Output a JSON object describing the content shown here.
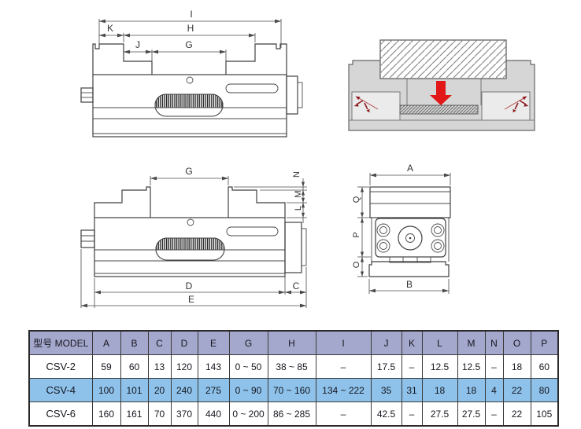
{
  "drawings": {
    "top_side_view": {
      "dims": {
        "i": "I",
        "k": "K",
        "h": "H",
        "j": "J",
        "g": "G"
      }
    },
    "cross_section": {
      "description_labels": []
    },
    "mid_side_view": {
      "dims": {
        "g": "G",
        "n": "N",
        "m": "M",
        "l": "L",
        "d": "D",
        "c": "C",
        "e": "E"
      }
    },
    "end_view": {
      "dims": {
        "a": "A",
        "q": "Q",
        "p": "P",
        "o": "O",
        "b": "B"
      }
    }
  },
  "table": {
    "model_header": "型号 MODEL",
    "headers": [
      "A",
      "B",
      "C",
      "D",
      "E",
      "G",
      "H",
      "I",
      "J",
      "K",
      "L",
      "M",
      "N",
      "O",
      "P"
    ],
    "rows": [
      {
        "model": "CSV-2",
        "cells": [
          "59",
          "60",
          "13",
          "120",
          "143",
          "0 ~ 50",
          "38 ~ 85",
          "–",
          "17.5",
          "–",
          "12.5",
          "12.5",
          "–",
          "18",
          "60"
        ]
      },
      {
        "model": "CSV-4",
        "cells": [
          "100",
          "101",
          "20",
          "240",
          "275",
          "0 ~ 90",
          "70 ~ 160",
          "134 ~ 222",
          "35",
          "31",
          "18",
          "18",
          "4",
          "22",
          "80"
        ]
      },
      {
        "model": "CSV-6",
        "cells": [
          "160",
          "161",
          "70",
          "370",
          "440",
          "0 ~ 200",
          "86 ~ 285",
          "–",
          "42.5",
          "–",
          "27.5",
          "27.5",
          "–",
          "22",
          "105"
        ]
      }
    ]
  },
  "colors": {
    "table_header_bg": "#a5a8cd",
    "highlight_row_bg": "#8ec2ea",
    "clamp_arrow_red": "#e21717",
    "force_arrow_dark_red": "#8f1d22",
    "section_body_gray": "#d6d6d6",
    "line_color": "#3f3f3f"
  }
}
